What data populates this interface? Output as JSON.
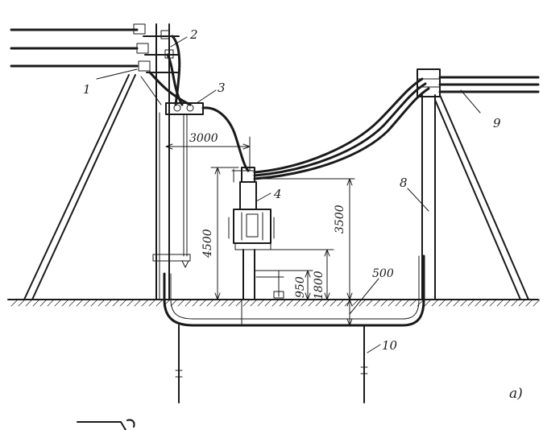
{
  "callouts": {
    "c1": "1",
    "c2": "2",
    "c3": "3",
    "c4": "4",
    "c8": "8",
    "c9": "9",
    "c10": "10"
  },
  "dimensions": {
    "d3000": "3000",
    "d4500": "4500",
    "d3500": "3500",
    "d1800": "1800",
    "d950": "950",
    "d500": "500"
  },
  "figure_label": "a)"
}
